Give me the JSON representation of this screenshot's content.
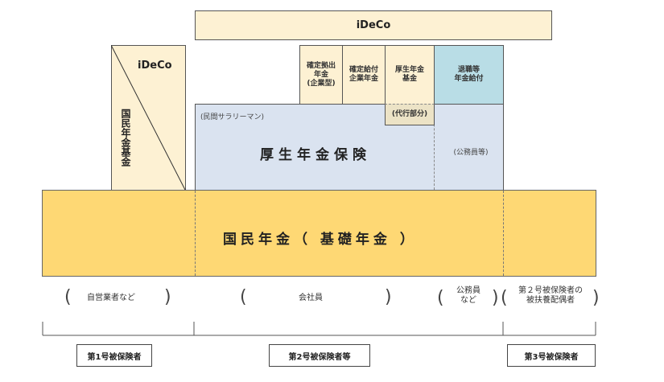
{
  "diagram": {
    "top_ideco": {
      "label": "iDeCo"
    },
    "left_column": {
      "ideco_label": "iDeCo",
      "kokumin_kikin_label": "国民年金基金"
    },
    "second_tier_boxes": [
      {
        "label": "確定拠出\n年金\n(企業型)",
        "lines": [
          "確定拠出",
          "年金",
          "(企業型)"
        ]
      },
      {
        "label": "確定給付\n企業年金",
        "lines": [
          "確定給付",
          "企業年金"
        ]
      },
      {
        "label": "厚生年金\n基金",
        "lines": [
          "厚生年金",
          "基金"
        ]
      },
      {
        "label": "退職等\n年金給付",
        "lines": [
          "退職等",
          "年金給付"
        ]
      }
    ],
    "daiko_label": "(代行部分)",
    "kosei": {
      "subtitle": "(民間サラリーマン)",
      "title": "厚生年金保険",
      "koumuin_label": "(公務員等)"
    },
    "kokumin": {
      "title": "国民年金（ 基礎年金 ）"
    },
    "categories": [
      {
        "open": "(",
        "lines": [
          "自営業者など"
        ],
        "close": ")"
      },
      {
        "open": "(",
        "lines": [
          "会社員"
        ],
        "close": ")"
      },
      {
        "open": "(",
        "lines": [
          "公務員",
          "など"
        ],
        "close": ")"
      },
      {
        "open": "(",
        "lines": [
          "第２号被保険者の",
          "被扶養配偶者"
        ],
        "close": ")"
      }
    ],
    "insured_tags": [
      {
        "label": "第1号被保険者"
      },
      {
        "label": "第2号被保険者等"
      },
      {
        "label": "第3号被保険者"
      }
    ],
    "colors": {
      "cream": "#fdf1d3",
      "blue": "#dae3f0",
      "teal": "#b9dde6",
      "khaki": "#ece3c6",
      "yellow": "#fed874"
    }
  }
}
